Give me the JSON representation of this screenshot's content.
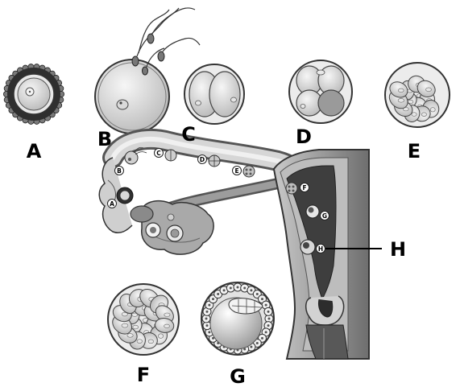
{
  "stages": [
    {
      "key": "A",
      "label": "A",
      "marker": "A"
    },
    {
      "key": "B",
      "label": "B",
      "marker": "B"
    },
    {
      "key": "C",
      "label": "C",
      "marker": "C"
    },
    {
      "key": "D",
      "label": "D",
      "marker": "D"
    },
    {
      "key": "E",
      "label": "E",
      "marker": "E"
    },
    {
      "key": "F",
      "label": "F",
      "marker": "F"
    },
    {
      "key": "G",
      "label": "G",
      "marker": "G"
    },
    {
      "key": "H",
      "label": "H",
      "marker": "H"
    }
  ]
}
